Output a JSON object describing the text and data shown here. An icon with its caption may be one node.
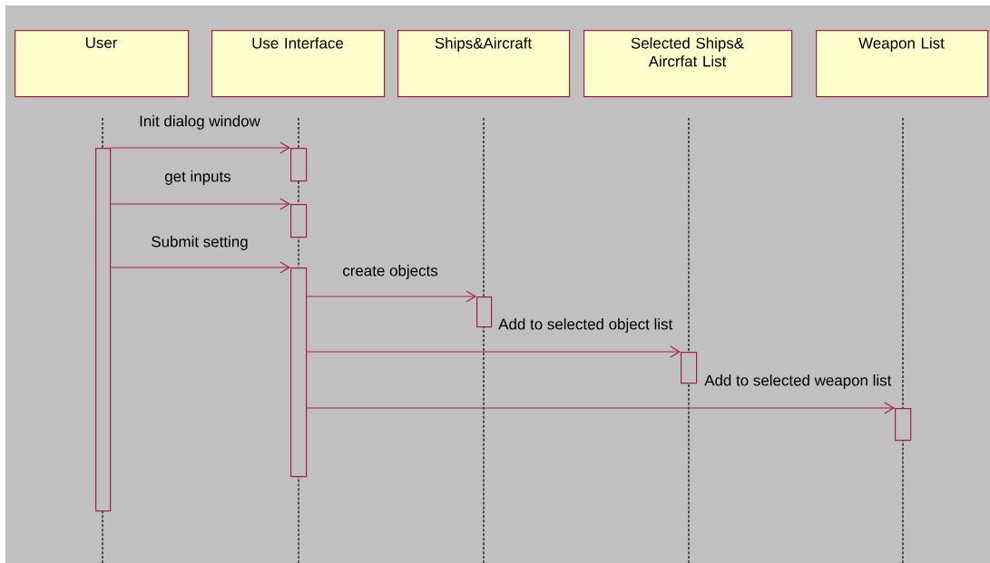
{
  "diagram": {
    "nodes": [
      {
        "text": [
          "User"
        ]
      },
      {
        "text": [
          "Use Interface"
        ]
      },
      {
        "text": [
          "Ships&Aircraft"
        ]
      },
      {
        "text": [
          "Selected Ships& Aircrfat List"
        ]
      },
      {
        "text": [
          "Weapon List"
        ]
      },
      {
        "text": [],
        "shape": "bar"
      },
      {
        "text": [],
        "shape": "bar"
      },
      {
        "text": [],
        "shape": "bar"
      },
      {
        "text": [],
        "shape": "bar"
      },
      {
        "text": [],
        "shape": "bar"
      },
      {
        "text": [],
        "shape": "bar"
      },
      {
        "text": [],
        "shape": "bar"
      }
    ],
    "edges": [
      {
        "from": 5,
        "to": 6,
        "arrow": "to",
        "label": "Init dialog window"
      },
      {
        "from": 5,
        "to": 7,
        "arrow": "to",
        "label": "get inputs"
      },
      {
        "from": 5,
        "to": 8,
        "arrow": "to",
        "label": "Submit setting"
      },
      {
        "from": 8,
        "to": 9,
        "arrow": "to",
        "label": "create objects"
      },
      {
        "from": 8,
        "to": 10,
        "arrow": "to",
        "label": "Add to selected object list"
      },
      {
        "from": 8,
        "to": 11,
        "arrow": "to",
        "label": "Add to selected weapon list"
      }
    ]
  }
}
